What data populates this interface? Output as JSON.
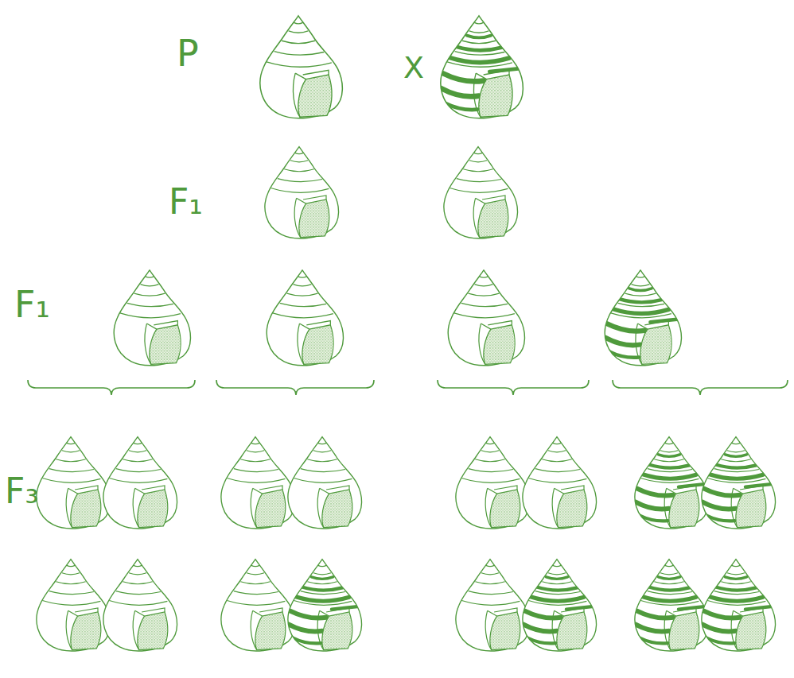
{
  "diagram": {
    "labels": [
      "P",
      "X",
      "F₁",
      "F₁",
      "F₃"
    ]
  }
}
